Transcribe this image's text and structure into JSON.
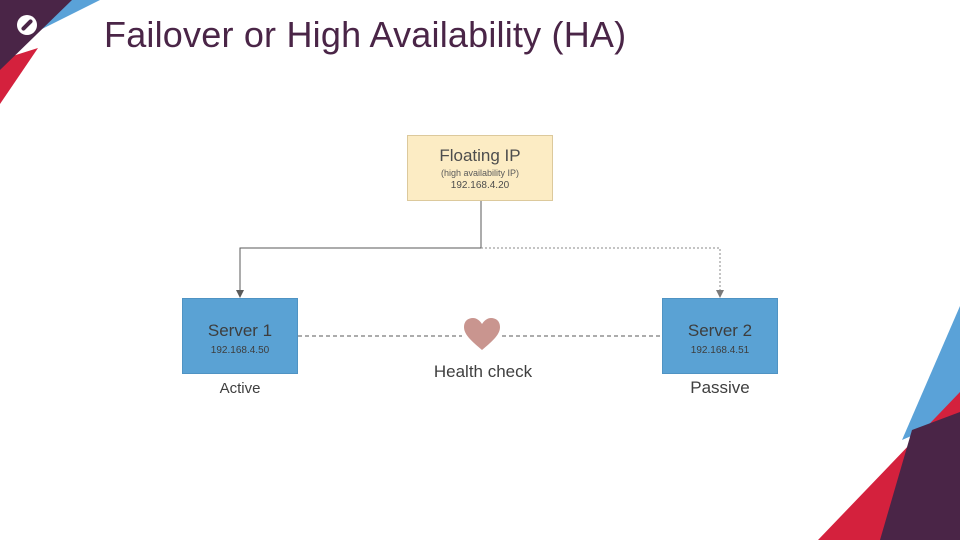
{
  "slide": {
    "title": "Failover or High Availability (HA)"
  },
  "floating_ip": {
    "label": "Floating IP",
    "sublabel": "(high availability IP)",
    "ip": "192.168.4.20"
  },
  "server1": {
    "label": "Server 1",
    "ip": "192.168.4.50",
    "status": "Active"
  },
  "server2": {
    "label": "Server 2",
    "ip": "192.168.4.51",
    "status": "Passive"
  },
  "health_check": {
    "label": "Health check",
    "icon": "heart-icon"
  },
  "colors": {
    "title": "#4a2547",
    "floating_ip_fill": "#fcecc4",
    "server_fill": "#5aa2d4",
    "heart": "#c9958f",
    "plum": "#4a2547",
    "crimson": "#d4213d",
    "sky_blue": "#5aa2d8"
  }
}
